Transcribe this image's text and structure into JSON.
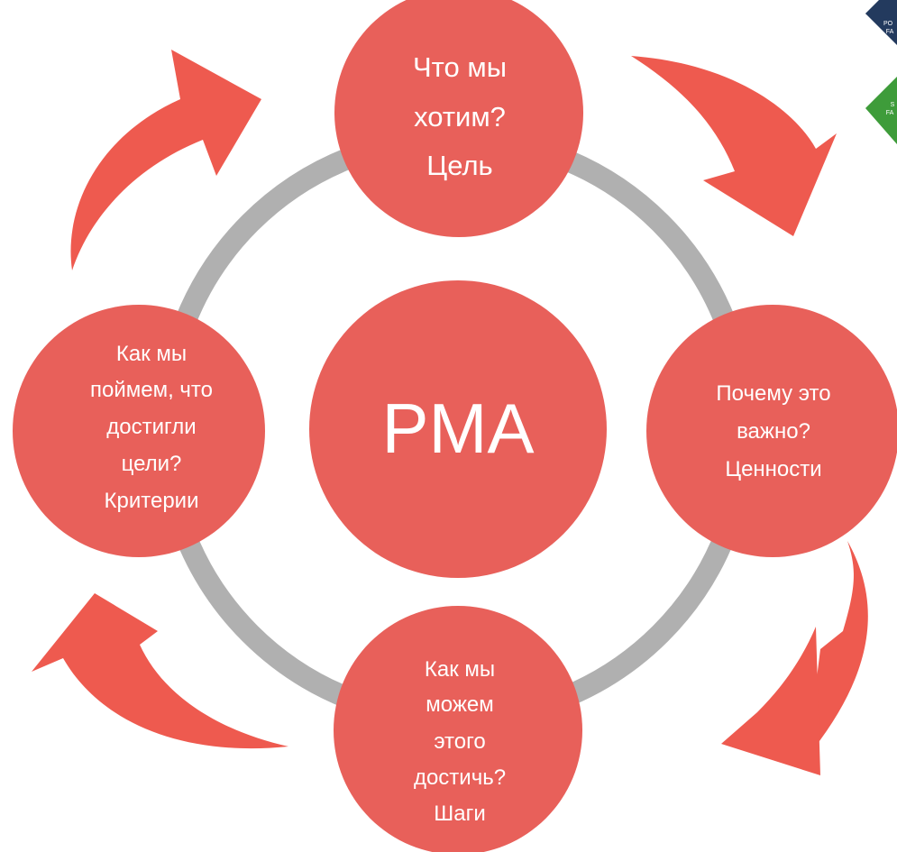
{
  "diagram": {
    "center": {
      "label": "PMA"
    },
    "nodes": [
      {
        "id": "goal",
        "lines": [
          "Что мы",
          "хотим?",
          "Цель"
        ]
      },
      {
        "id": "values",
        "lines": [
          "Почему это",
          "важно?",
          "Ценности"
        ]
      },
      {
        "id": "steps",
        "lines": [
          "Как мы",
          "можем",
          "этого",
          "достичь?",
          "Шаги"
        ]
      },
      {
        "id": "criteria",
        "lines": [
          "Как мы",
          "поймем, что",
          "достигли",
          "цели?",
          "Критерии"
        ]
      }
    ],
    "corner_badges": [
      {
        "lines": [
          "PO",
          "FA"
        ]
      },
      {
        "lines": [
          "S",
          "FA"
        ]
      }
    ]
  },
  "colors": {
    "node_fill": "#E8605A",
    "arrow_fill": "#EE5A4F",
    "ring": "#B0B0B0",
    "badge_navy": "#233A5E",
    "badge_green": "#3E9C3A",
    "text": "#FFFFFF"
  }
}
